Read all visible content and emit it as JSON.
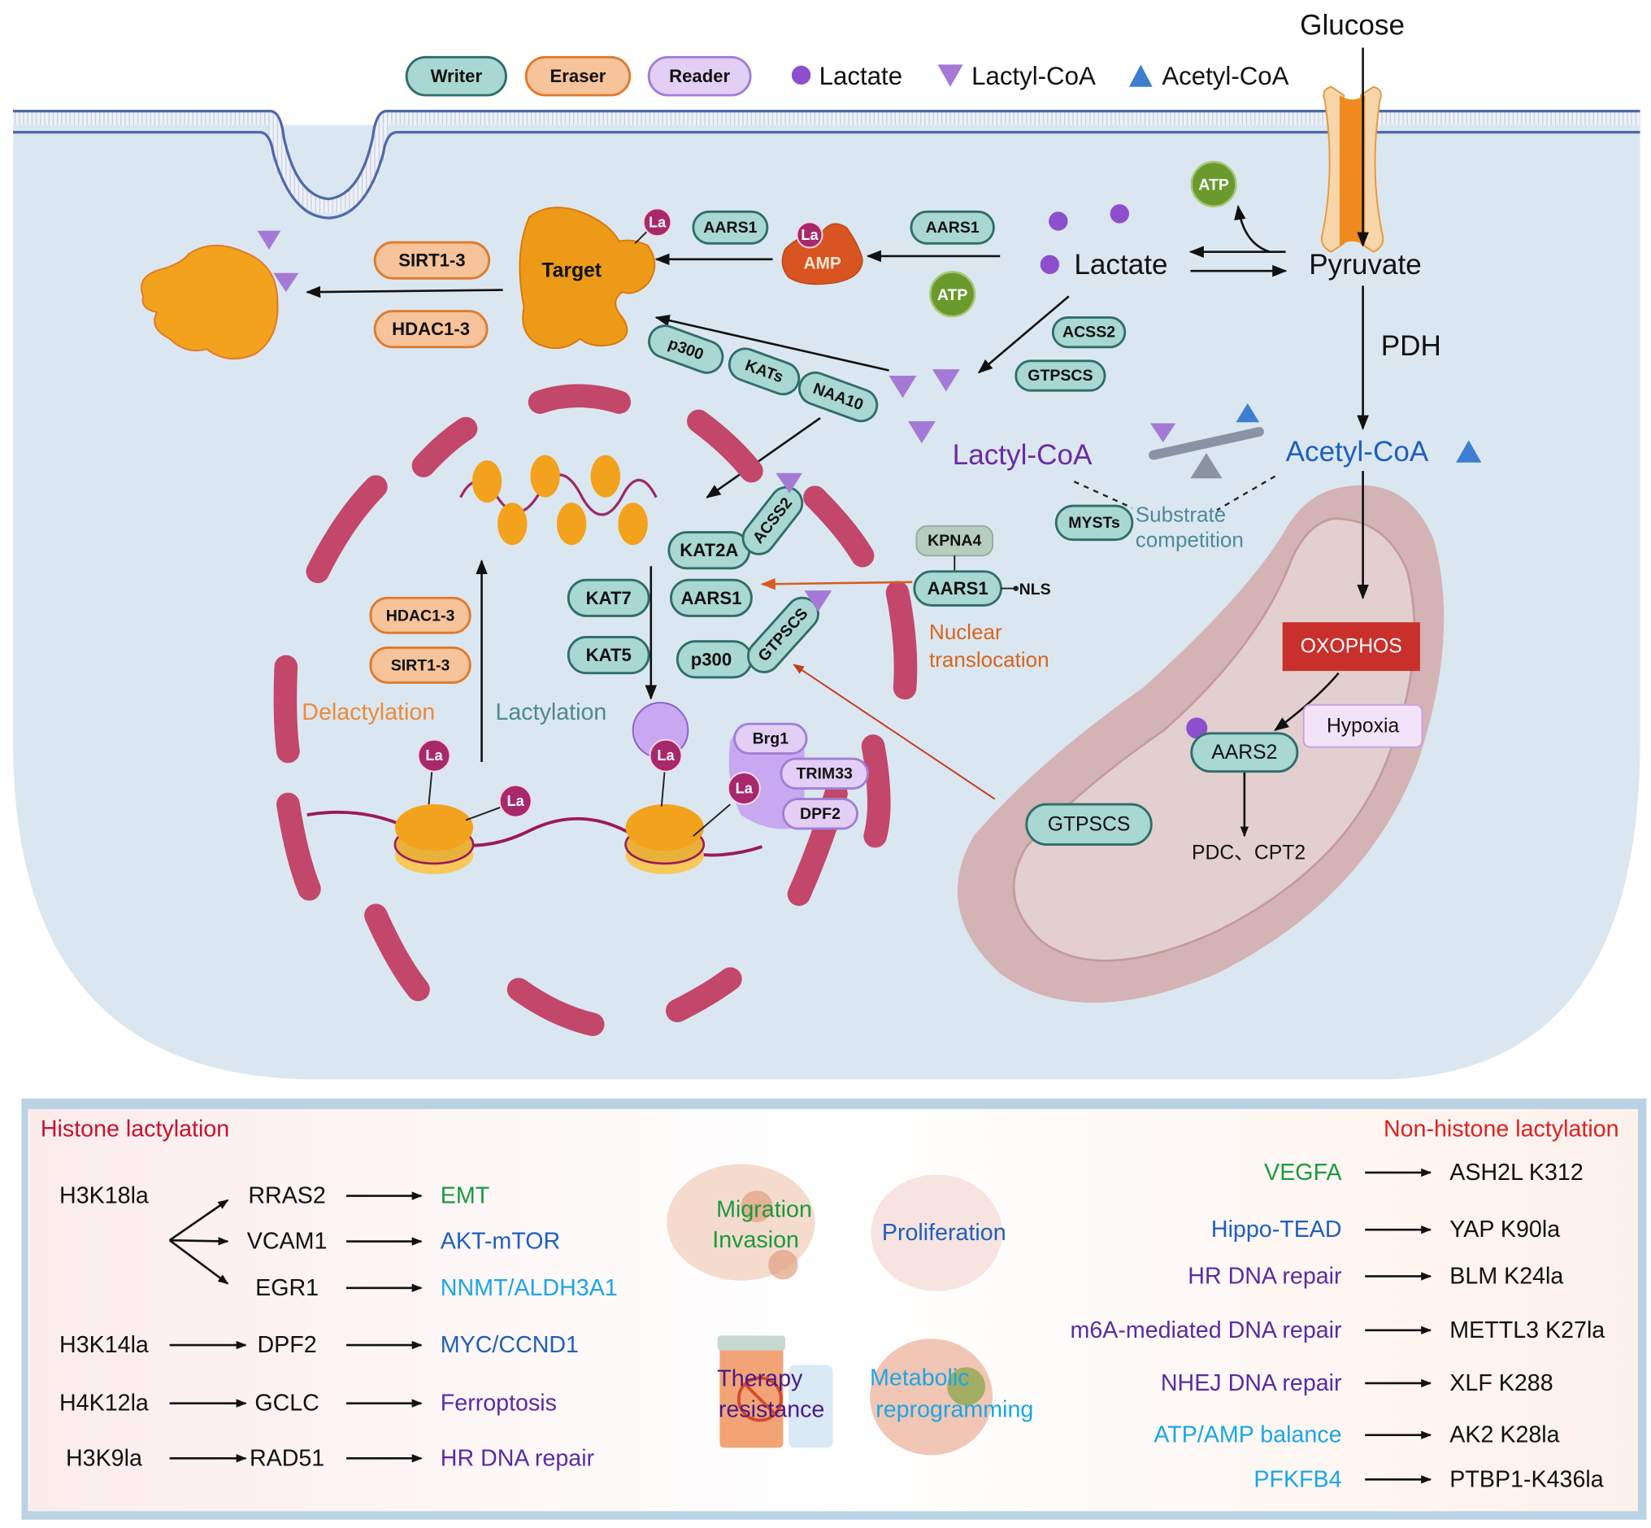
{
  "legend": {
    "writer": "Writer",
    "eraser": "Eraser",
    "reader": "Reader",
    "lactate": "Lactate",
    "lactyl_coa": "Lactyl-CoA",
    "acetyl_coa": "Acetyl-CoA"
  },
  "metabolism": {
    "glucose": "Glucose",
    "pyruvate": "Pyruvate",
    "lactate": "Lactate",
    "pdh": "PDH",
    "atp": "ATP",
    "lactyl_coa": "Lactyl-CoA",
    "acetyl_coa": "Acetyl-CoA",
    "substrate_competition": [
      "Substrate",
      "competition"
    ],
    "mysts": "MYSTs",
    "acss2": "ACSS2",
    "gtpscs": "GTPSCS"
  },
  "cytoplasm": {
    "target": "Target",
    "la": "La",
    "amp": "AMP",
    "aars1": "AARS1",
    "sirt": "SIRT1-3",
    "hdac": "HDAC1-3",
    "writers_diag": [
      "p300",
      "KATs",
      "NAA10"
    ]
  },
  "nucleus": {
    "kat2a": "KAT2A",
    "acss2": "ACSS2",
    "kat7": "KAT7",
    "aars1": "AARS1",
    "kat5": "KAT5",
    "p300": "p300",
    "gtpscs": "GTPSCS",
    "hdac": "HDAC1-3",
    "sirt": "SIRT1-3",
    "delactylation": "Delactylation",
    "lactylation": "Lactylation",
    "readers": [
      "Brg1",
      "TRIM33",
      "DPF2"
    ],
    "la": "La"
  },
  "translocation": {
    "kpna4": "KPNA4",
    "aars1": "AARS1",
    "nls": "NLS",
    "label": [
      "Nuclear",
      "translocation"
    ]
  },
  "mitochondrion": {
    "oxophos": "OXOPHOS",
    "hypoxia": "Hypoxia",
    "aars2": "AARS2",
    "gtpscs": "GTPSCS",
    "targets": "PDC、CPT2"
  },
  "colors": {
    "cell": "#dbe7f0",
    "writer": "#a9d7d2",
    "eraser": "#f6c39a",
    "reader": "#e3cff5",
    "oxophos": "#c9302c",
    "histone_title": "#c8102e"
  },
  "histone_panel": {
    "title": "Histone lactylation",
    "rows": [
      {
        "mark": "H3K18la",
        "target": "RRAS2",
        "effect": "EMT",
        "color": "#1a9a3c"
      },
      {
        "mark": "",
        "target": "VCAM1",
        "effect": "AKT-mTOR",
        "color": "#1f5fbf"
      },
      {
        "mark": "",
        "target": "EGR1",
        "effect": "NNMT/ALDH3A1",
        "color": "#1aa6e6"
      },
      {
        "mark": "H3K14la",
        "target": "DPF2",
        "effect": "MYC/CCND1",
        "color": "#1f5fbf"
      },
      {
        "mark": "H4K12la",
        "target": "GCLC",
        "effect": "Ferroptosis",
        "color": "#5b2aa5"
      },
      {
        "mark": "H3K9la",
        "target": "RAD51",
        "effect": "HR DNA repair",
        "color": "#5b2aa5"
      }
    ]
  },
  "phenotypes": {
    "migration": [
      "Migration",
      "Invasion"
    ],
    "proliferation": "Proliferation",
    "therapy": [
      "Therapy",
      "resistance"
    ],
    "metabolic": [
      "Metabolic",
      "reprogramming"
    ]
  },
  "non_histone_panel": {
    "title": "Non-histone lactylation",
    "rows": [
      {
        "process": "VEGFA",
        "site": "ASH2L K312",
        "color": "#1a9a3c"
      },
      {
        "process": "Hippo-TEAD",
        "site": "YAP K90la",
        "color": "#1f5fbf"
      },
      {
        "process": "HR DNA repair",
        "site": "BLM K24la",
        "color": "#5b2aa5"
      },
      {
        "process": "m6A-mediated DNA repair",
        "site": "METTL3 K27la",
        "color": "#5b2aa5"
      },
      {
        "process": "NHEJ DNA repair",
        "site": "XLF K288",
        "color": "#5b2aa5"
      },
      {
        "process": "ATP/AMP balance",
        "site": "AK2 K28la",
        "color": "#1aa6e6"
      },
      {
        "process": "PFKFB4",
        "site": "PTBP1-K436la",
        "color": "#1aa6e6"
      }
    ]
  }
}
